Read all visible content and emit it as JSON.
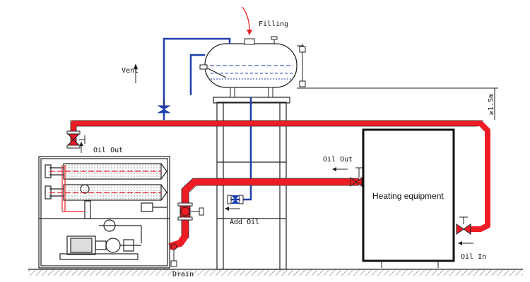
{
  "labels": {
    "filling": "Filling",
    "vent": "Vent",
    "oil_out_left": "Oil Out",
    "oil_out_right": "Oil Out",
    "heating_equipment": "Heating equipment",
    "add_oil": "Add Oil",
    "oil_in": "Oil In",
    "drain": "Drain",
    "height_note": "≥1.5m"
  },
  "colors": {
    "oil_pipe": "#ee1c24",
    "vent_pipe": "#1f3fae",
    "line": "#222222",
    "ground_hatch": "#555555"
  }
}
